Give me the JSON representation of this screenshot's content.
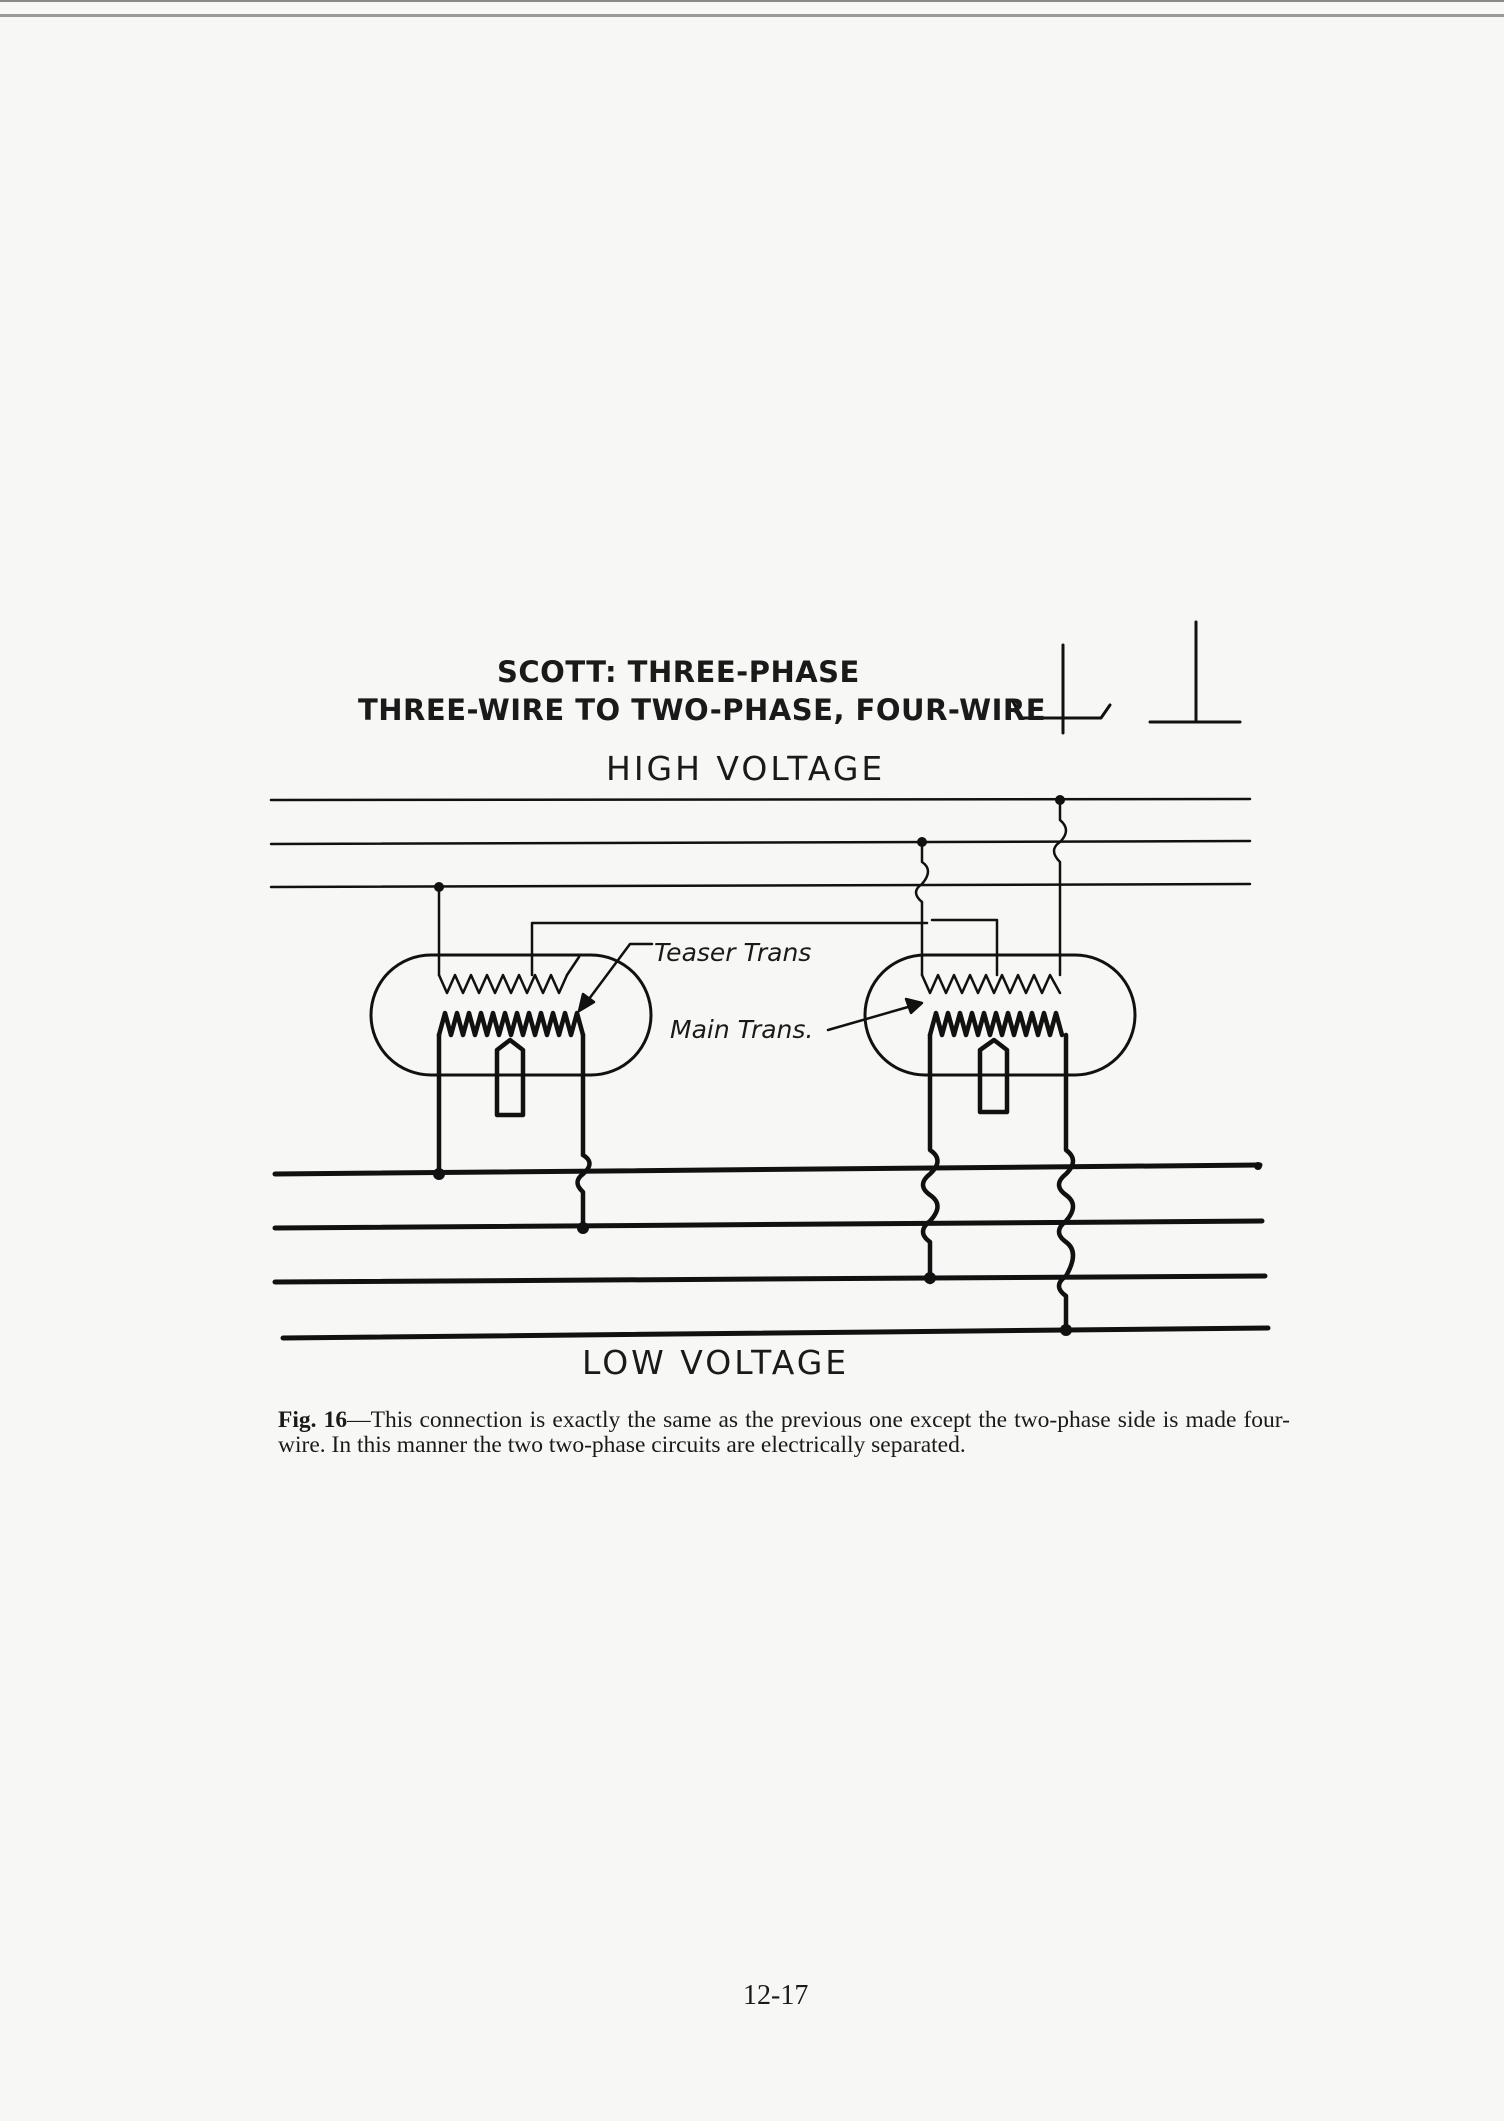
{
  "diagram": {
    "title_line1": "SCOTT: THREE-PHASE",
    "title_line2": "THREE-WIRE TO TWO-PHASE, FOUR-WIRE",
    "high_voltage_label": "HIGH VOLTAGE",
    "low_voltage_label": "LOW VOLTAGE",
    "teaser_label": "Teaser Trans",
    "main_label": "Main Trans.",
    "line_color": "#111111"
  },
  "caption": {
    "fig_label": "Fig. 16",
    "text": "—This connection is exactly the same as the previous one except the two-phase side is made four-wire. In this manner the two two-phase circuits are electrically separated."
  },
  "page_number": "12-17"
}
